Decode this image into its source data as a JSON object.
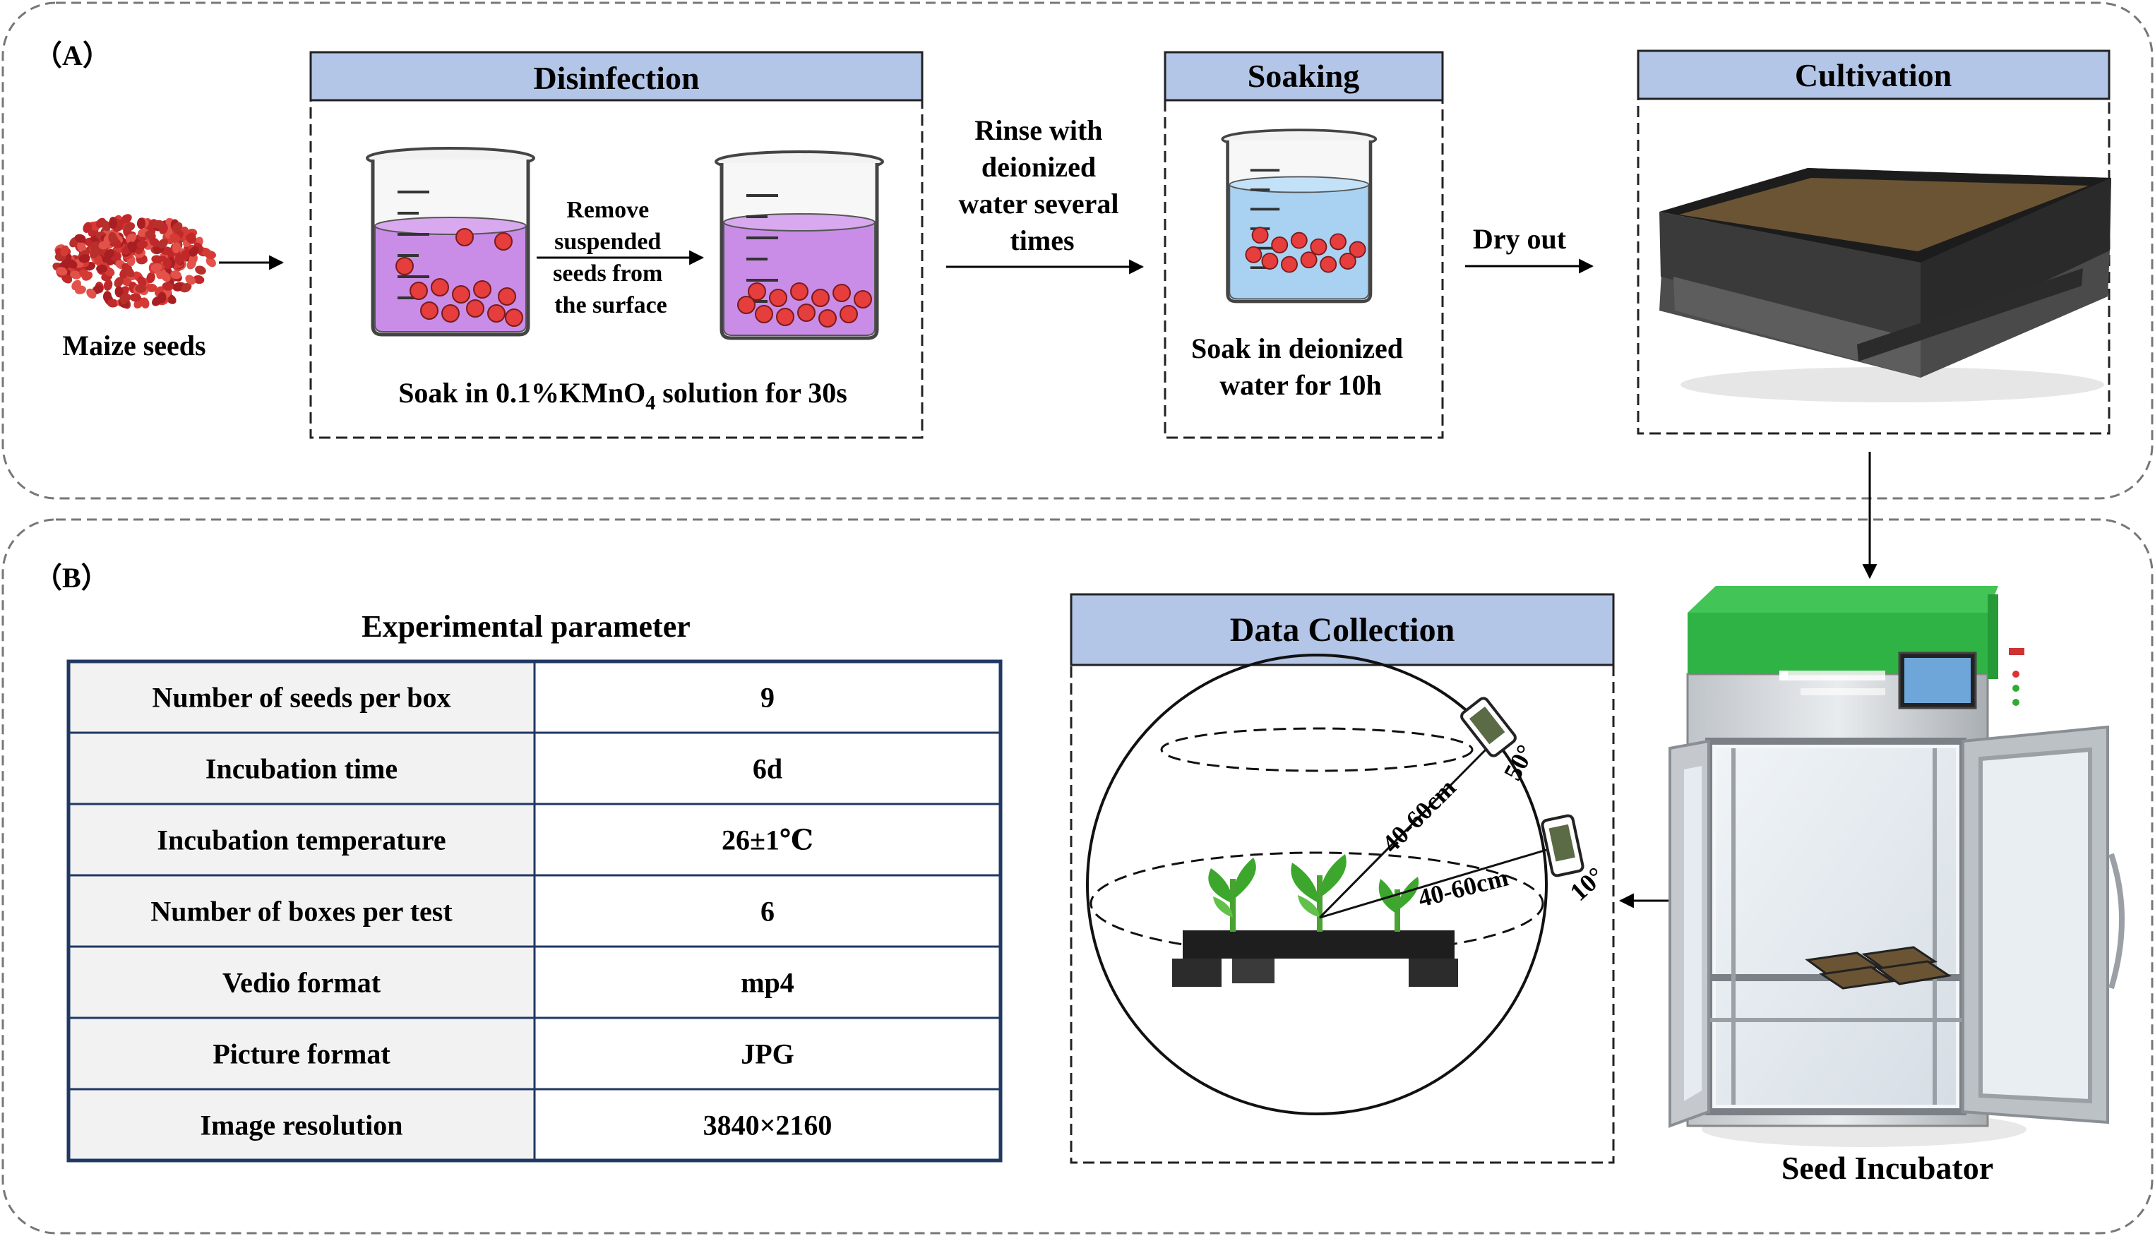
{
  "panel_a": {
    "label": "（A）",
    "seeds_label": "Maize seeds",
    "disinfection": {
      "title": "Disinfection",
      "step_text": [
        "Remove",
        "suspended",
        "seeds from",
        "the surface"
      ],
      "caption_prefix": "Soak in 0.1%KMnO",
      "caption_sub": "4",
      "caption_suffix": " solution for 30s"
    },
    "rinse_text": [
      "Rinse with",
      "deionized",
      "water several",
      "times"
    ],
    "soaking": {
      "title": "Soaking",
      "caption": [
        "Soak in deionized",
        "water for 10h"
      ]
    },
    "dry_text": "Dry out",
    "cultivation": {
      "title": "Cultivation"
    }
  },
  "panel_b": {
    "label": "（B）",
    "table": {
      "title": "Experimental parameter",
      "rows": [
        {
          "param": "Number of seeds per box",
          "value": "9"
        },
        {
          "param": "Incubation time",
          "value": "6d"
        },
        {
          "param": "Incubation temperature",
          "value": "26±1℃"
        },
        {
          "param": "Number of boxes per test",
          "value": "6"
        },
        {
          "param": "Vedio format",
          "value": "mp4"
        },
        {
          "param": "Picture format",
          "value": "JPG"
        },
        {
          "param": "Image resolution",
          "value": "3840×2160"
        }
      ]
    },
    "data_collection": {
      "title": "Data Collection",
      "distance_upper": "40-60cm",
      "distance_lower": "40-60cm",
      "angle_upper": "50°",
      "angle_lower": "10°"
    },
    "incubator_label": "Seed Incubator"
  },
  "colors": {
    "title_fill": "#b4c6e7",
    "liquid_purple": "#c98de8",
    "liquid_blue": "#a9d2f2",
    "seed_red": "#e63d3d",
    "tray_soil": "#6b5434",
    "incubator_green": "#2fb344",
    "plant_green": "#3ca62d"
  },
  "icons": [
    "beaker-icon",
    "seed-pile-icon",
    "tray-icon",
    "incubator-icon",
    "phone-icon",
    "plant-icon"
  ]
}
